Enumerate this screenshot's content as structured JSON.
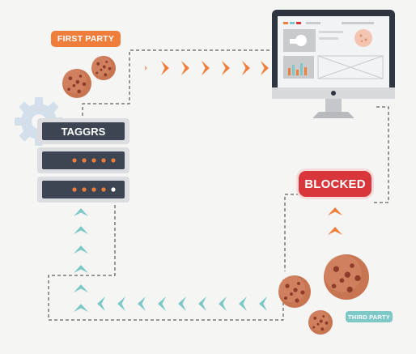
{
  "labels": {
    "first_party": "FIRST PARTY",
    "third_party": "THIRD PARTY",
    "blocked": "BLOCKED",
    "server_brand": "TAGGRS"
  },
  "colors": {
    "background": "#f5f5f3",
    "first_party_orange": "#ef7d3c",
    "third_party_teal": "#7ec8c8",
    "blocked_red": "#d8363a",
    "server_dark": "#3d4552",
    "server_panel": "#dcdde0",
    "cookie": "#c87552",
    "cookie_chip": "#8c3c28",
    "gear": "#d3e0ec"
  },
  "icons": {
    "server": "server-stack-icon",
    "monitor": "desktop-monitor-icon",
    "gear": "gear-icon",
    "cookie": "cookie-icon",
    "chevron_right": "chevron-right-icon",
    "chevron_left": "chevron-left-icon",
    "chevron_up": "chevron-up-icon"
  }
}
